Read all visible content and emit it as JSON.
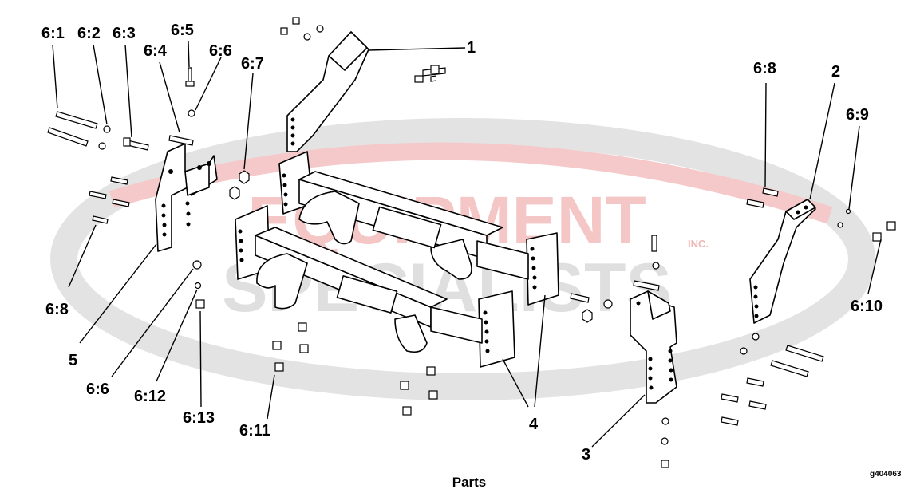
{
  "figure": {
    "caption": "Parts",
    "figure_id": "g404063"
  },
  "watermark": {
    "line1": "EQUIPMENT",
    "line2": "SPECIALISTS",
    "suffix": "INC.",
    "colors": {
      "red": "#f2b7b7",
      "gray": "#d9d9d9"
    }
  },
  "callouts": {
    "c1": "1",
    "c2": "2",
    "c3": "3",
    "c4": "4",
    "c5": "5",
    "c61": "6:1",
    "c62": "6:2",
    "c63": "6:3",
    "c64": "6:4",
    "c65": "6:5",
    "c66a": "6:6",
    "c67": "6:7",
    "c68a": "6:8",
    "c68b": "6:8",
    "c69": "6:9",
    "c610": "6:10",
    "c66b": "6:6",
    "c612": "6:12",
    "c613": "6:13",
    "c611": "6:11"
  }
}
